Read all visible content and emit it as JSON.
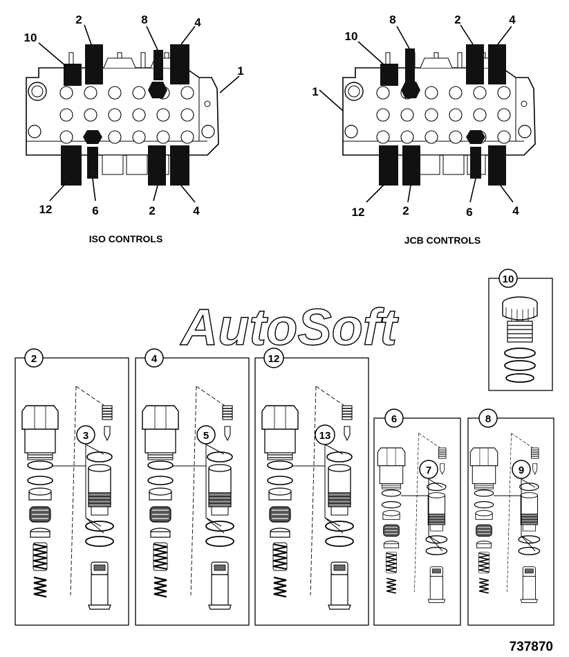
{
  "iso": {
    "caption": "ISO CONTROLS",
    "labels": {
      "top_10": "10",
      "top_2": "2",
      "top_8": "8",
      "top_4": "4",
      "side_1": "1",
      "bot_12": "12",
      "bot_6": "6",
      "bot_2": "2",
      "bot_4": "4"
    }
  },
  "jcb": {
    "caption": "JCB CONTROLS",
    "labels": {
      "top_10": "10",
      "top_8": "8",
      "top_2": "2",
      "top_4": "4",
      "side_1": "1",
      "bot_12": "12",
      "bot_2": "2",
      "bot_6": "6",
      "bot_4": "4"
    }
  },
  "watermark": "AutoSoft",
  "panels": {
    "p2": {
      "number": "2",
      "seal": "3"
    },
    "p4": {
      "number": "4",
      "seal": "5"
    },
    "p12": {
      "number": "12",
      "seal": "13"
    },
    "p6": {
      "number": "6",
      "seal": "7"
    },
    "p8": {
      "number": "8",
      "seal": "9"
    },
    "p10": {
      "number": "10"
    }
  },
  "figure_number": "737870"
}
